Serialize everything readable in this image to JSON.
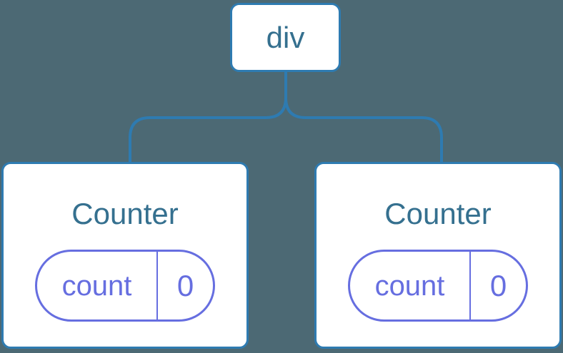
{
  "theme": {
    "background": "#4c6974",
    "node_border_blue": "#2e7bb1",
    "node_text_blue": "#35708f",
    "state_purple": "#666ee0",
    "node_fill": "#ffffff"
  },
  "tree": {
    "root": {
      "label": "div"
    },
    "children": [
      {
        "title": "Counter",
        "state": {
          "key": "count",
          "value": "0"
        }
      },
      {
        "title": "Counter",
        "state": {
          "key": "count",
          "value": "0"
        }
      }
    ]
  }
}
